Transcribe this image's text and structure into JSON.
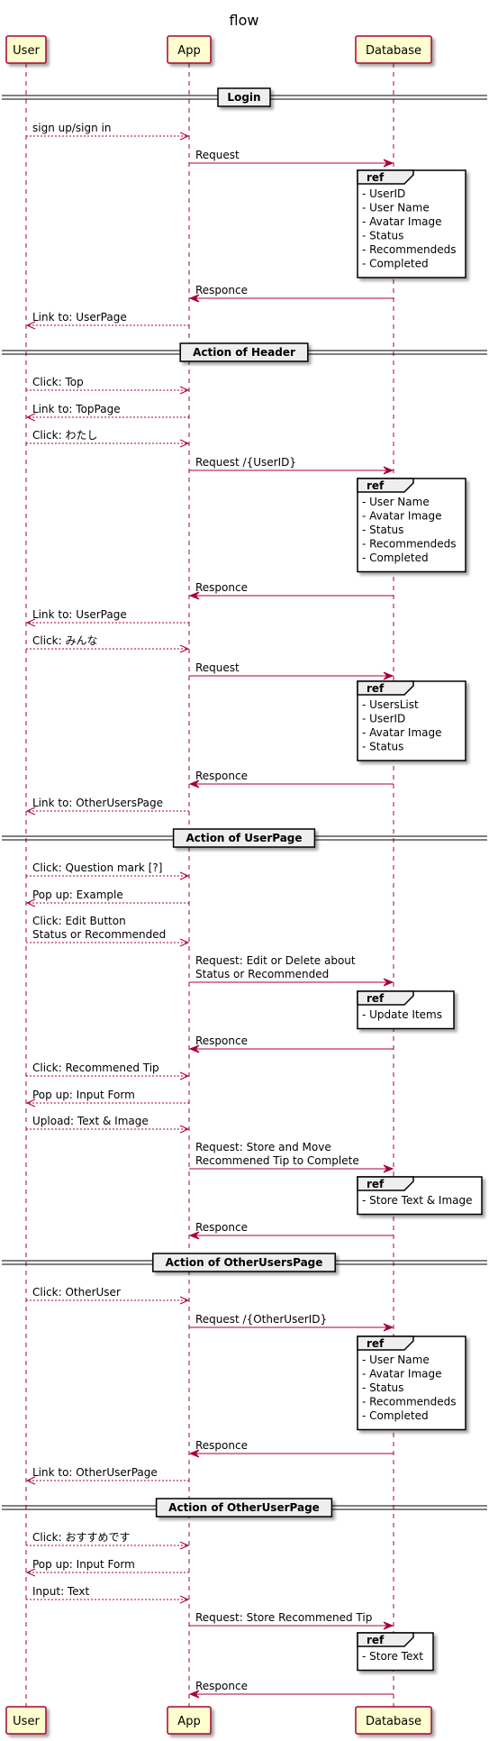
{
  "title": "flow",
  "participants": [
    {
      "id": "user",
      "label": "User"
    },
    {
      "id": "app",
      "label": "App"
    },
    {
      "id": "db",
      "label": "Database"
    }
  ],
  "ref_label": "ref",
  "colors": {
    "arrow": "#A80036",
    "participant_fill": "#FEFECE",
    "participant_border": "#A80036",
    "divider_fill": "#EEEEEE",
    "ref_fill": "#FFFFFF",
    "ref_tab_fill": "#EEEEEE"
  },
  "events": [
    {
      "kind": "divider",
      "label": "Login"
    },
    {
      "kind": "message",
      "from": "user",
      "to": "app",
      "style": "dashed",
      "lines": [
        "sign up/sign in"
      ]
    },
    {
      "kind": "message",
      "from": "app",
      "to": "db",
      "style": "solid",
      "lines": [
        "Request"
      ]
    },
    {
      "kind": "ref",
      "lines": [
        "- UserID",
        "- User Name",
        "- Avatar Image",
        "- Status",
        "- Recommendeds",
        "- Completed"
      ]
    },
    {
      "kind": "message",
      "from": "db",
      "to": "app",
      "style": "solid",
      "lines": [
        "Responce"
      ]
    },
    {
      "kind": "message",
      "from": "app",
      "to": "user",
      "style": "dashed",
      "lines": [
        "Link to: UserPage"
      ]
    },
    {
      "kind": "divider",
      "label": "Action of Header"
    },
    {
      "kind": "message",
      "from": "user",
      "to": "app",
      "style": "dashed",
      "lines": [
        "Click: Top"
      ]
    },
    {
      "kind": "message",
      "from": "app",
      "to": "user",
      "style": "dashed",
      "lines": [
        "Link to: TopPage"
      ]
    },
    {
      "kind": "message",
      "from": "user",
      "to": "app",
      "style": "dashed",
      "lines": [
        "Click: わたし"
      ]
    },
    {
      "kind": "message",
      "from": "app",
      "to": "db",
      "style": "solid",
      "lines": [
        "Request /{UserID}"
      ]
    },
    {
      "kind": "ref",
      "lines": [
        "- User Name",
        "- Avatar Image",
        "- Status",
        "- Recommendeds",
        "- Completed"
      ]
    },
    {
      "kind": "message",
      "from": "db",
      "to": "app",
      "style": "solid",
      "lines": [
        "Responce"
      ]
    },
    {
      "kind": "message",
      "from": "app",
      "to": "user",
      "style": "dashed",
      "lines": [
        "Link to: UserPage"
      ]
    },
    {
      "kind": "message",
      "from": "user",
      "to": "app",
      "style": "dashed",
      "lines": [
        "Click: みんな"
      ]
    },
    {
      "kind": "message",
      "from": "app",
      "to": "db",
      "style": "solid",
      "lines": [
        "Request"
      ]
    },
    {
      "kind": "ref",
      "lines": [
        "- UsersList",
        "  - UserID",
        "  - Avatar Image",
        "  - Status"
      ]
    },
    {
      "kind": "message",
      "from": "db",
      "to": "app",
      "style": "solid",
      "lines": [
        "Responce"
      ]
    },
    {
      "kind": "message",
      "from": "app",
      "to": "user",
      "style": "dashed",
      "lines": [
        "Link to: OtherUsersPage"
      ]
    },
    {
      "kind": "divider",
      "label": "Action of UserPage"
    },
    {
      "kind": "message",
      "from": "user",
      "to": "app",
      "style": "dashed",
      "lines": [
        "Click: Question mark [?]"
      ]
    },
    {
      "kind": "message",
      "from": "app",
      "to": "user",
      "style": "dashed",
      "lines": [
        "Pop up: Example"
      ]
    },
    {
      "kind": "message",
      "from": "user",
      "to": "app",
      "style": "dashed",
      "lines": [
        "Click: Edit Button",
        " Status or Recommended"
      ]
    },
    {
      "kind": "message",
      "from": "app",
      "to": "db",
      "style": "solid",
      "lines": [
        "Request: Edit or Delete about",
        " Status or Recommended"
      ]
    },
    {
      "kind": "ref",
      "lines": [
        "- Update Items"
      ]
    },
    {
      "kind": "message",
      "from": "db",
      "to": "app",
      "style": "solid",
      "lines": [
        "Responce"
      ]
    },
    {
      "kind": "message",
      "from": "user",
      "to": "app",
      "style": "dashed",
      "lines": [
        "Click: Recommened Tip"
      ]
    },
    {
      "kind": "message",
      "from": "app",
      "to": "user",
      "style": "dashed",
      "lines": [
        "Pop up: Input Form"
      ]
    },
    {
      "kind": "message",
      "from": "user",
      "to": "app",
      "style": "dashed",
      "lines": [
        "Upload: Text & Image"
      ]
    },
    {
      "kind": "message",
      "from": "app",
      "to": "db",
      "style": "solid",
      "lines": [
        "Request: Store and Move",
        " Recommened Tip to Complete"
      ]
    },
    {
      "kind": "ref",
      "lines": [
        "- Store Text & Image"
      ]
    },
    {
      "kind": "message",
      "from": "db",
      "to": "app",
      "style": "solid",
      "lines": [
        "Responce"
      ]
    },
    {
      "kind": "divider",
      "label": "Action of OtherUsersPage"
    },
    {
      "kind": "message",
      "from": "user",
      "to": "app",
      "style": "dashed",
      "lines": [
        "Click: OtherUser"
      ]
    },
    {
      "kind": "message",
      "from": "app",
      "to": "db",
      "style": "solid",
      "lines": [
        "Request /{OtherUserID}"
      ]
    },
    {
      "kind": "ref",
      "lines": [
        "- User Name",
        "- Avatar Image",
        "- Status",
        "- Recommendeds",
        "- Completed"
      ]
    },
    {
      "kind": "message",
      "from": "db",
      "to": "app",
      "style": "solid",
      "lines": [
        "Responce"
      ]
    },
    {
      "kind": "message",
      "from": "app",
      "to": "user",
      "style": "dashed",
      "lines": [
        "Link to: OtherUserPage"
      ]
    },
    {
      "kind": "divider",
      "label": "Action of OtherUserPage"
    },
    {
      "kind": "message",
      "from": "user",
      "to": "app",
      "style": "dashed",
      "lines": [
        "Click: おすすめです"
      ]
    },
    {
      "kind": "message",
      "from": "app",
      "to": "user",
      "style": "dashed",
      "lines": [
        "Pop up: Input Form"
      ]
    },
    {
      "kind": "message",
      "from": "user",
      "to": "app",
      "style": "dashed",
      "lines": [
        "Input: Text"
      ]
    },
    {
      "kind": "message",
      "from": "app",
      "to": "db",
      "style": "solid",
      "lines": [
        "Request: Store Recommened Tip"
      ]
    },
    {
      "kind": "ref",
      "lines": [
        "- Store Text"
      ]
    },
    {
      "kind": "message",
      "from": "db",
      "to": "app",
      "style": "solid",
      "lines": [
        "Responce"
      ]
    }
  ]
}
